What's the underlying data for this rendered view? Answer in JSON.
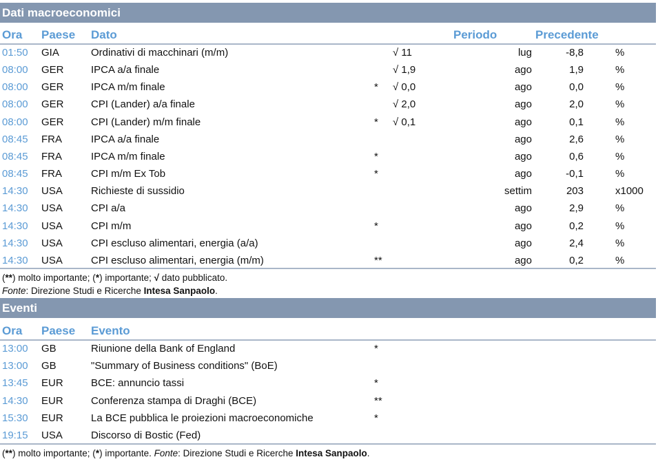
{
  "macro": {
    "title": "Dati macroeconomici",
    "headers": {
      "ora": "Ora",
      "paese": "Paese",
      "dato": "Dato",
      "periodo": "Periodo",
      "precedente": "Precedente"
    },
    "rows": [
      {
        "ora": "01:50",
        "paese": "GIA",
        "dato": "Ordinativi di macchinari (m/m)",
        "star": "",
        "check": "√ 11",
        "periodo": "lug",
        "precedente": "-8,8",
        "unit": "%"
      },
      {
        "ora": "08:00",
        "paese": "GER",
        "dato": "IPCA a/a finale",
        "star": "",
        "check": "√ 1,9",
        "periodo": "ago",
        "precedente": "1,9",
        "unit": "%"
      },
      {
        "ora": "08:00",
        "paese": "GER",
        "dato": "IPCA m/m finale",
        "star": "*",
        "check": "√  0,0",
        "periodo": "ago",
        "precedente": "0,0",
        "unit": "%"
      },
      {
        "ora": "08:00",
        "paese": "GER",
        "dato": "CPI (Lander) a/a finale",
        "star": "",
        "check": "√ 2,0",
        "periodo": "ago",
        "precedente": "2,0",
        "unit": "%"
      },
      {
        "ora": "08:00",
        "paese": "GER",
        "dato": "CPI (Lander) m/m finale",
        "star": "*",
        "check": "√ 0,1",
        "periodo": "ago",
        "precedente": "0,1",
        "unit": "%"
      },
      {
        "ora": "08:45",
        "paese": "FRA",
        "dato": "IPCA a/a finale",
        "star": "",
        "check": "",
        "periodo": "ago",
        "precedente": "2,6",
        "unit": "%"
      },
      {
        "ora": "08:45",
        "paese": "FRA",
        "dato": "IPCA m/m finale",
        "star": "*",
        "check": "",
        "periodo": "ago",
        "precedente": "0,6",
        "unit": "%"
      },
      {
        "ora": "08:45",
        "paese": "FRA",
        "dato": "CPI m/m Ex Tob",
        "star": "*",
        "check": "",
        "periodo": "ago",
        "precedente": "-0,1",
        "unit": "%"
      },
      {
        "ora": "14:30",
        "paese": "USA",
        "dato": "Richieste di sussidio",
        "star": "",
        "check": "",
        "periodo": "settim",
        "precedente": "203",
        "unit": "x1000"
      },
      {
        "ora": "14:30",
        "paese": "USA",
        "dato": "CPI a/a",
        "star": "",
        "check": "",
        "periodo": "ago",
        "precedente": "2,9",
        "unit": "%"
      },
      {
        "ora": "14:30",
        "paese": "USA",
        "dato": "CPI m/m",
        "star": "*",
        "check": "",
        "periodo": "ago",
        "precedente": "0,2",
        "unit": "%"
      },
      {
        "ora": "14:30",
        "paese": "USA",
        "dato": "CPI escluso alimentari, energia (a/a)",
        "star": "",
        "check": "",
        "periodo": "ago",
        "precedente": "2,4",
        "unit": "%"
      },
      {
        "ora": "14:30",
        "paese": "USA",
        "dato": "CPI escluso alimentari, energia (m/m)",
        "star": "**",
        "check": "",
        "periodo": "ago",
        "precedente": "0,2",
        "unit": "%"
      }
    ],
    "note1": {
      "a": "(",
      "b": "**",
      "c": ") molto importante; (",
      "d": "*",
      "e": ") importante; ",
      "f": "√",
      "g": " dato pubblicato."
    },
    "note2": {
      "a": "Fonte",
      "b": ": Direzione Studi e Ricerche ",
      "c": "Intesa Sanpaolo",
      "d": "."
    }
  },
  "eventi": {
    "title": "Eventi",
    "headers": {
      "ora": "Ora",
      "paese": "Paese",
      "evento": "Evento"
    },
    "rows": [
      {
        "ora": "13:00",
        "paese": "GB",
        "evento": "Riunione della Bank of England",
        "star": "*"
      },
      {
        "ora": "13:00",
        "paese": "GB",
        "evento": "\"Summary of Business conditions\" (BoE)",
        "star": ""
      },
      {
        "ora": "13:45",
        "paese": "EUR",
        "evento": "BCE: annuncio tassi",
        "star": "*"
      },
      {
        "ora": "14:30",
        "paese": "EUR",
        "evento": "Conferenza stampa di Draghi (BCE)",
        "star": "**"
      },
      {
        "ora": "15:30",
        "paese": "EUR",
        "evento": "La BCE pubblica le proiezioni macroeconomiche",
        "star": "*"
      },
      {
        "ora": "19:15",
        "paese": "USA",
        "evento": "Discorso di Bostic (Fed)",
        "star": ""
      }
    ],
    "note": {
      "a": "(",
      "b": "**",
      "c": ") molto importante; (",
      "d": "*",
      "e": ") importante. ",
      "f": "Fonte",
      "g": ": Direzione Studi e Ricerche ",
      "h": "Intesa Sanpaolo",
      "i": "."
    }
  }
}
